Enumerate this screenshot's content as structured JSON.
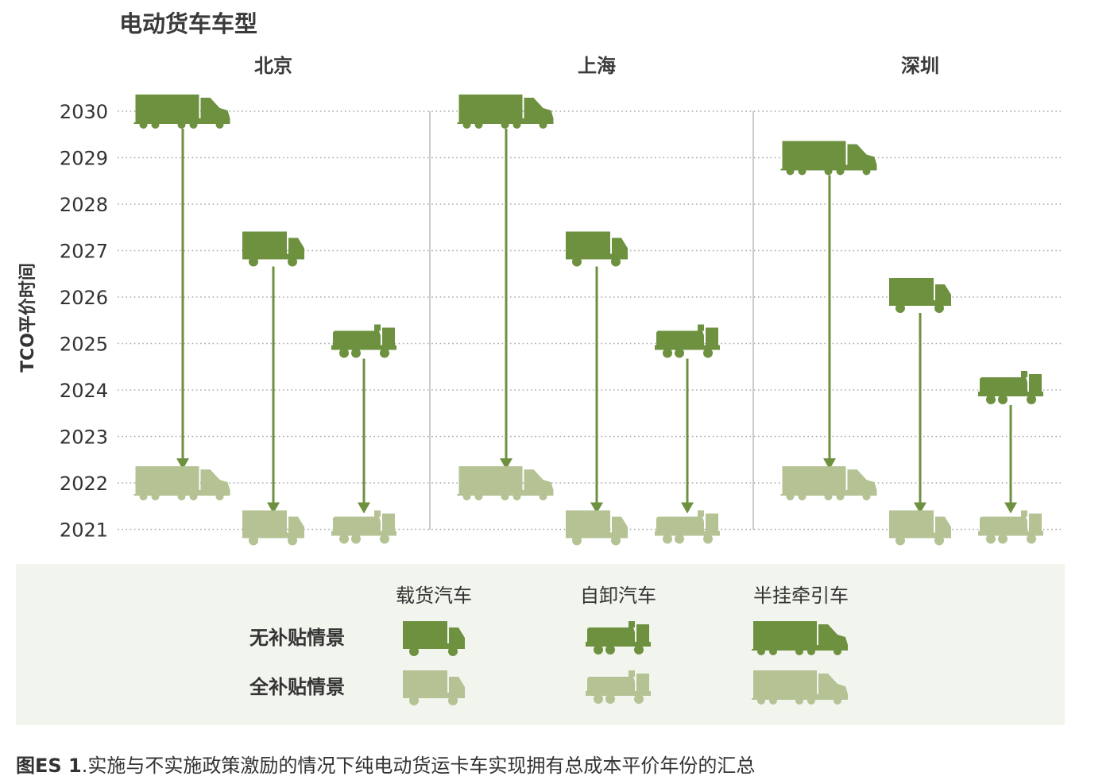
{
  "caption": {
    "label": "图ES 1",
    "text": ".实施与不实施政策激励的情况下纯电动货运卡车实现拥有总成本平价年份的汇总"
  },
  "colors": {
    "dark": "#6e9140",
    "light": "#b4c294",
    "legend_bg": "#f2f4ee",
    "grid": "#aaaaaa",
    "divider": "#cccccc"
  },
  "chart_data": {
    "type": "dumbbell",
    "title": "电动货车车型",
    "ylabel": "TCO平价时间",
    "yticks": [
      2030,
      2029,
      2028,
      2027,
      2026,
      2025,
      2024,
      2023,
      2022,
      2021
    ],
    "ylim": [
      2021,
      2030
    ],
    "grid": true,
    "groups": [
      {
        "city": "北京",
        "points": [
          {
            "vehicle": "半挂牵引车",
            "no_subsidy": 2030,
            "full_subsidy": 2022
          },
          {
            "vehicle": "载货汽车",
            "no_subsidy": 2027,
            "full_subsidy": 2021
          },
          {
            "vehicle": "自卸汽车",
            "no_subsidy": 2025,
            "full_subsidy": 2021
          }
        ]
      },
      {
        "city": "上海",
        "points": [
          {
            "vehicle": "半挂牵引车",
            "no_subsidy": 2030,
            "full_subsidy": 2022
          },
          {
            "vehicle": "载货汽车",
            "no_subsidy": 2027,
            "full_subsidy": 2021
          },
          {
            "vehicle": "自卸汽车",
            "no_subsidy": 2025,
            "full_subsidy": 2021
          }
        ]
      },
      {
        "city": "深圳",
        "points": [
          {
            "vehicle": "半挂牵引车",
            "no_subsidy": 2029,
            "full_subsidy": 2022
          },
          {
            "vehicle": "载货汽车",
            "no_subsidy": 2026,
            "full_subsidy": 2021
          },
          {
            "vehicle": "自卸汽车",
            "no_subsidy": 2024,
            "full_subsidy": 2021
          }
        ]
      }
    ],
    "legend": {
      "columns": [
        {
          "label": "载货汽车",
          "icon": "box-truck-icon"
        },
        {
          "label": "自卸汽车",
          "icon": "dump-truck-icon"
        },
        {
          "label": "半挂牵引车",
          "icon": "semi-truck-icon"
        }
      ],
      "rows": [
        {
          "label": "无补贴情景",
          "shade": "dark"
        },
        {
          "label": "全补贴情景",
          "shade": "light"
        }
      ]
    }
  }
}
